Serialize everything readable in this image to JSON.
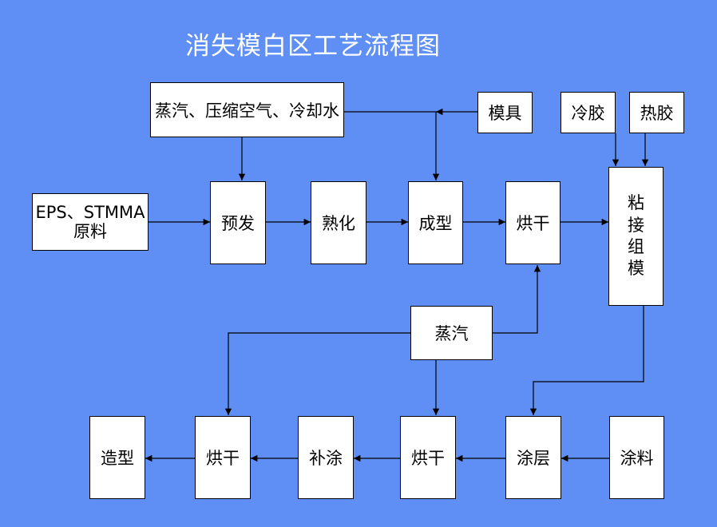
{
  "title": "消失模白区工艺流程图",
  "nodes": {
    "utilities": "蒸汽、压缩空气、冷却水",
    "mold": "模具",
    "cold_glue": "冷胶",
    "hot_glue": "热胶",
    "raw_material_line1": "EPS、STMMA",
    "raw_material_line2": "原料",
    "pre_expansion": "预发",
    "aging": "熟化",
    "molding": "成型",
    "drying_1": "烘干",
    "gluing_assembly": [
      "粘",
      "接",
      "组",
      "模"
    ],
    "steam": "蒸汽",
    "shaping": "造型",
    "drying_3": "烘干",
    "touch_up": "补涂",
    "drying_2": "烘干",
    "coating": "涂层",
    "paint": "涂料"
  }
}
